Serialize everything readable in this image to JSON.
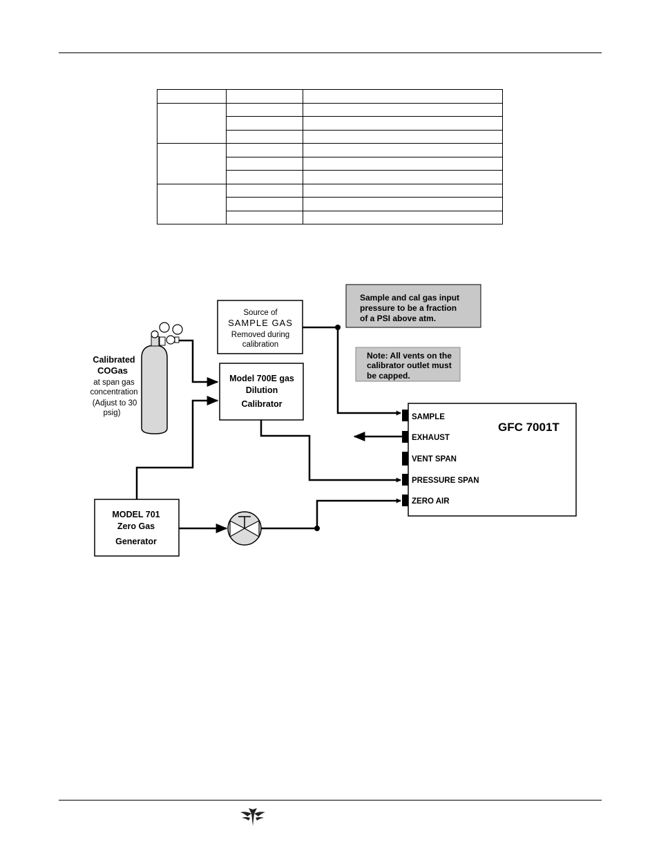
{
  "diagram": {
    "sample_source": {
      "line1": "Source of",
      "line2": "SAMPLE GAS",
      "line3": "Removed during",
      "line4": "calibration"
    },
    "note_pressure": {
      "line1": "Sample and cal gas input",
      "line2": "pressure to be a fraction",
      "line3": "of a PSI above atm."
    },
    "note_vents": {
      "line1": "Note: All vents on the",
      "line2": "calibrator outlet must",
      "line3": "be capped."
    },
    "cylinder": {
      "line1": "Calibrated",
      "line2": "COGas",
      "line3": "at span gas",
      "line4": "concentration",
      "line5": "(Adjust to 30",
      "line6": "psig)"
    },
    "calibrator": {
      "line1": "Model 700E gas",
      "line2": "Dilution",
      "line3": "Calibrator"
    },
    "generator": {
      "line1": "MODEL 701",
      "line2": "Zero Gas",
      "line3": "Generator"
    },
    "analyzer": {
      "name": "GFC 7001T",
      "ports": {
        "sample": "SAMPLE",
        "exhaust": "EXHAUST",
        "vent_span": "VENT SPAN",
        "pressure_span": "PRESSURE SPAN",
        "zero_air": "ZERO AIR"
      }
    },
    "colors": {
      "note_fill": "#c8c8c8",
      "cylinder_fill": "#d8d8d8",
      "valve_fill": "#dcdcdc"
    }
  }
}
